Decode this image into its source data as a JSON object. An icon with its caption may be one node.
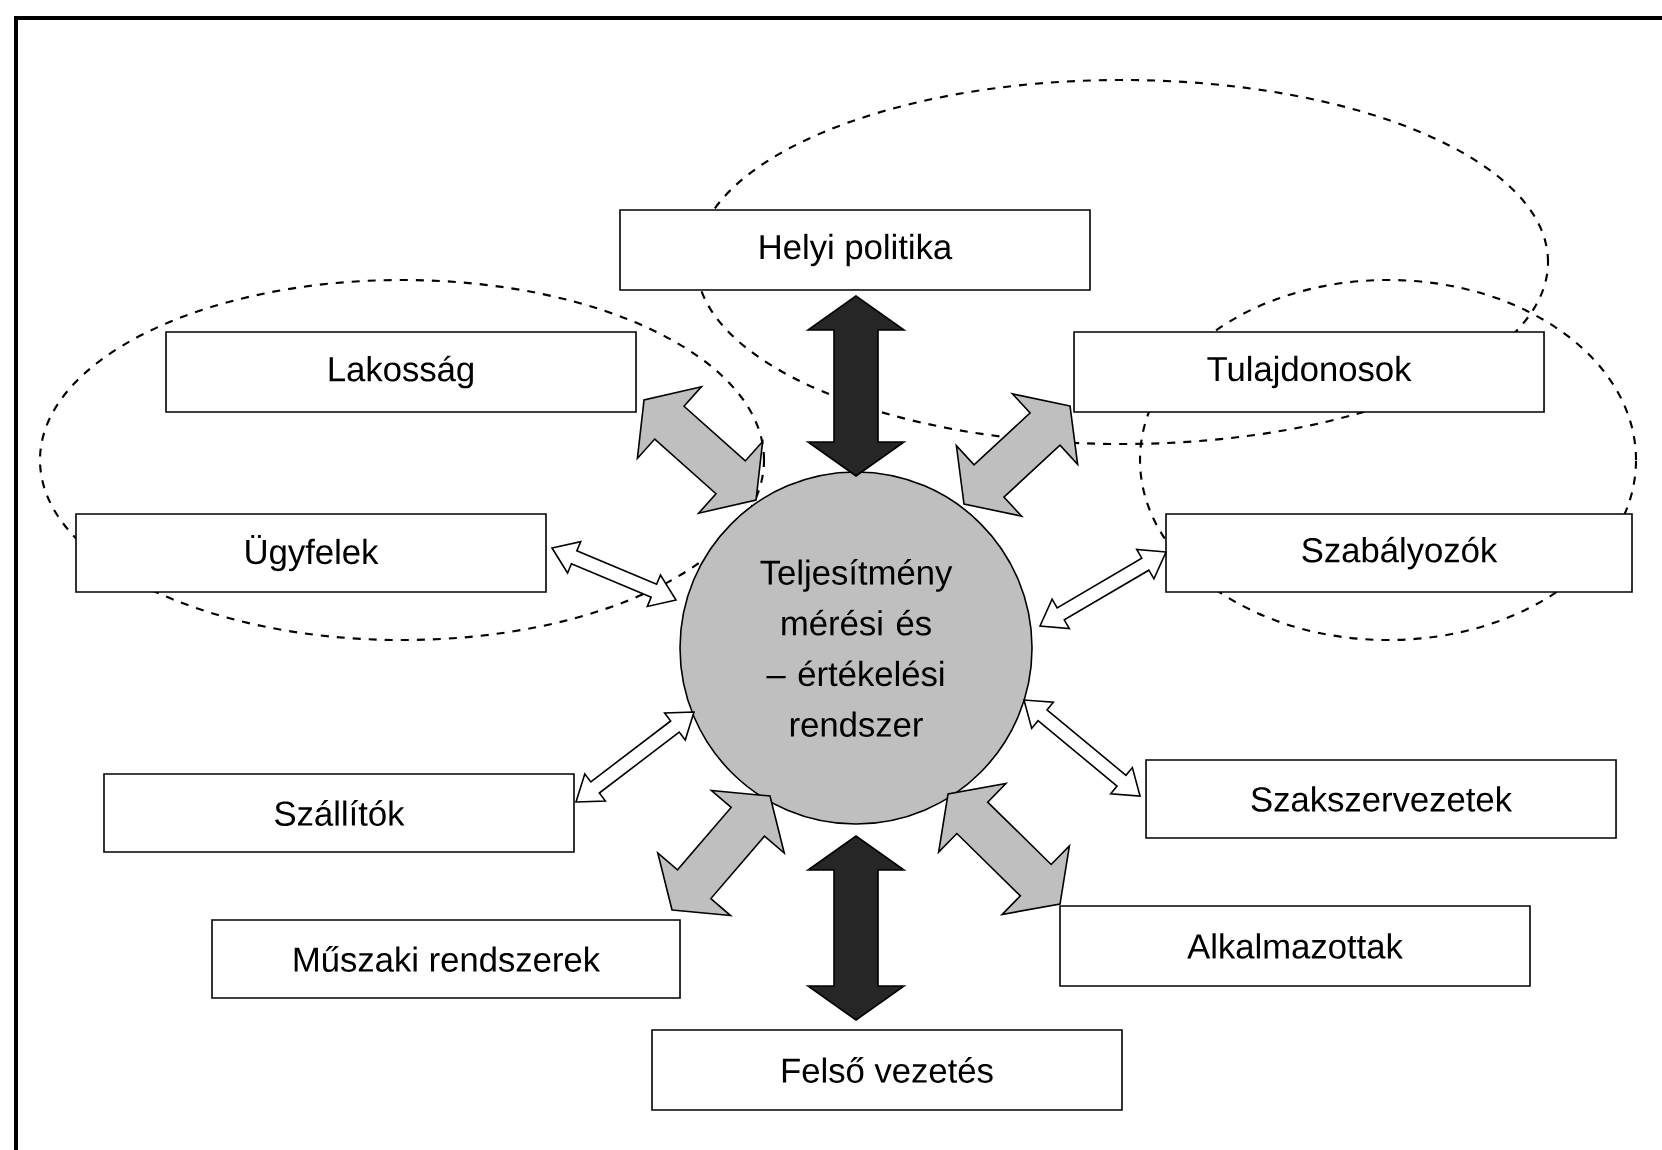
{
  "diagram": {
    "nodes": [
      {
        "text": [
          "Helyi politika"
        ]
      },
      {
        "text": [
          "Lakosság"
        ]
      },
      {
        "text": [
          "Tulajdonosok"
        ]
      },
      {
        "text": [
          "Ügyfelek"
        ]
      },
      {
        "text": [
          "Teljesítmény mérési és – értékelési rendszer"
        ]
      },
      {
        "text": [
          "Szabályozók"
        ]
      },
      {
        "text": [
          "Szállítók"
        ]
      },
      {
        "text": [
          "Szakszervezetek"
        ]
      },
      {
        "text": [
          "Műszaki rendszerek"
        ]
      },
      {
        "text": [
          "Alkalmazottak"
        ]
      },
      {
        "text": [
          "Felső vezetés"
        ]
      }
    ],
    "edges": [
      {
        "from": 0,
        "to": 4,
        "arrow": "both",
        "style": "thick",
        "color": "#262626"
      },
      {
        "from": 1,
        "to": 4,
        "arrow": "both",
        "style": "thick",
        "color": "#bfbfbf"
      },
      {
        "from": 2,
        "to": 4,
        "arrow": "both",
        "style": "thick",
        "color": "#bfbfbf"
      },
      {
        "from": 3,
        "to": 4,
        "arrow": "both"
      },
      {
        "from": 5,
        "to": 4,
        "arrow": "both"
      },
      {
        "from": 6,
        "to": 4,
        "arrow": "both"
      },
      {
        "from": 7,
        "to": 4,
        "arrow": "both"
      },
      {
        "from": 8,
        "to": 4,
        "arrow": "both",
        "style": "thick",
        "color": "#bfbfbf"
      },
      {
        "from": 9,
        "to": 4,
        "arrow": "both",
        "style": "thick",
        "color": "#bfbfbf"
      },
      {
        "from": 10,
        "to": 4,
        "arrow": "both",
        "style": "thick",
        "color": "#262626"
      }
    ]
  }
}
